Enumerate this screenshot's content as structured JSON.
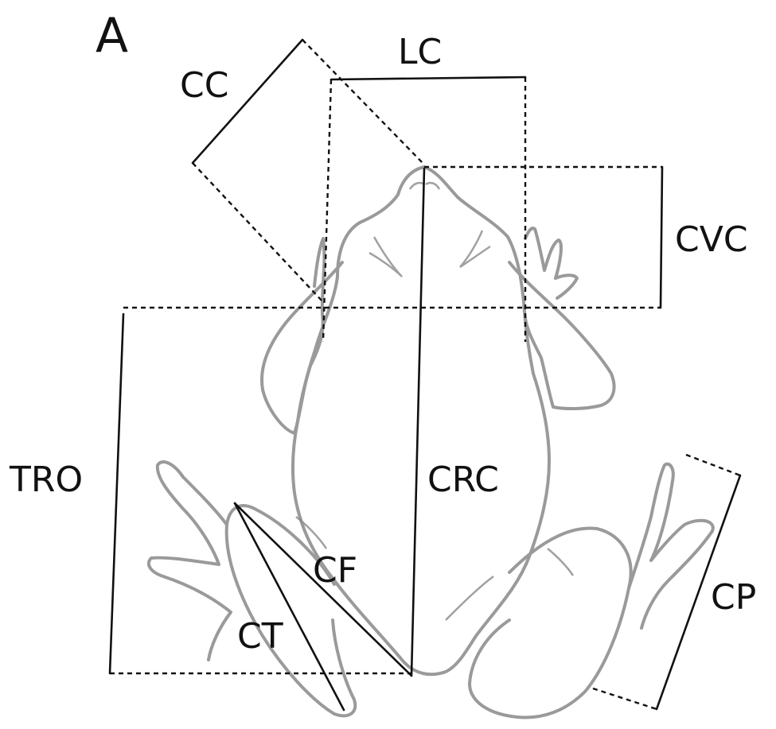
{
  "panel_label": "A",
  "measurements": {
    "cc": "CC",
    "lc": "LC",
    "cvc": "CVC",
    "tro": "TRO",
    "crc": "CRC",
    "cf": "CF",
    "ct": "CT",
    "cp": "CP"
  }
}
